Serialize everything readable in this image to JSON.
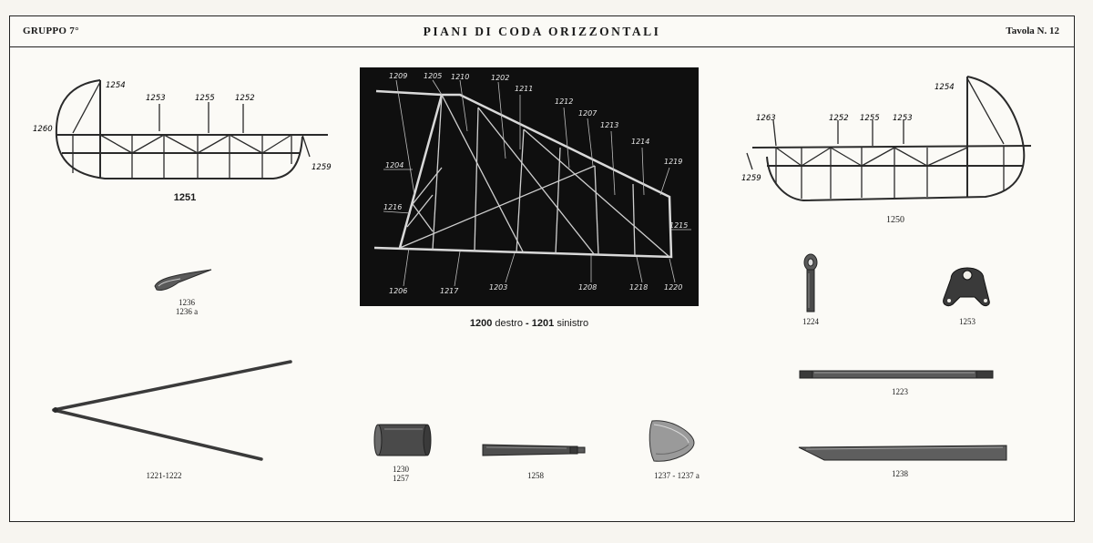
{
  "header": {
    "group": "GRUPPO 7°",
    "title": "PIANI DI CODA ORIZZONTALI",
    "plate": "Tavola N. 12"
  },
  "left_frame": {
    "caption": "1251",
    "callouts": [
      "1254",
      "1253",
      "1255",
      "1252",
      "1260",
      "1259"
    ]
  },
  "right_frame": {
    "caption": "1250",
    "callouts": [
      "1254",
      "1263",
      "1252",
      "1255",
      "1253",
      "1259"
    ]
  },
  "photo": {
    "callouts_top": [
      "1209",
      "1205",
      "1210",
      "1202",
      "1211",
      "1212",
      "1207",
      "1213",
      "1214",
      "1219"
    ],
    "callouts_left": [
      "1204",
      "1216"
    ],
    "callouts_right": [
      "1215"
    ],
    "callouts_bottom": [
      "1206",
      "1217",
      "1203",
      "1208",
      "1218",
      "1220"
    ],
    "caption_num1": "1200",
    "caption_word1": "destro",
    "caption_sep": "-",
    "caption_num2": "1201",
    "caption_word2": "sinistro"
  },
  "parts": {
    "p1236": [
      "1236",
      "1236 a"
    ],
    "p1221": "1221-1222",
    "p1230": [
      "1230",
      "1257"
    ],
    "p1258": "1258",
    "p1237": "1237 - 1237 a",
    "p1224": "1224",
    "p1253": "1253",
    "p1223": "1223",
    "p1238": "1238"
  }
}
